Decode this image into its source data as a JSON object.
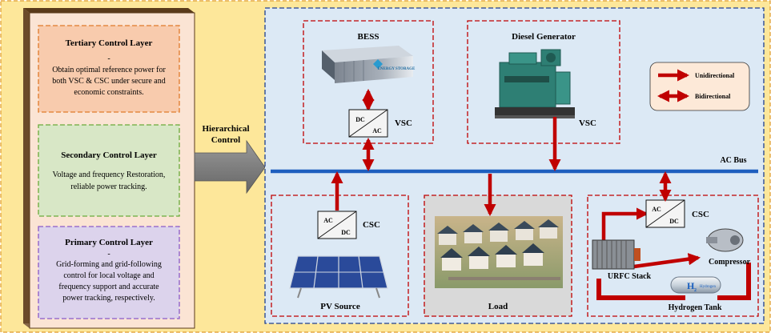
{
  "control_layers": {
    "tertiary": {
      "title": "Tertiary Control Layer",
      "dash": "-",
      "lines": [
        "Obtain optimal reference power for",
        "both VSC & CSC under secure and",
        "economic constraints."
      ]
    },
    "secondary": {
      "title": "Secondary Control Layer",
      "lines": [
        "Voltage and frequency Restoration,",
        "reliable power tracking."
      ]
    },
    "primary": {
      "title": "Primary Control Layer",
      "dash": "-",
      "lines": [
        "Grid-forming  and grid-following",
        "control for local voltage and",
        "frequency support and accurate",
        "power tracking, respectively."
      ]
    }
  },
  "hierarchical_arrow": {
    "line1": "Hierarchical",
    "line2": "Control"
  },
  "bess": {
    "title": "BESS",
    "logo_text": "ENERGY STORAGE",
    "converter": "VSC",
    "conv_top": "DC",
    "conv_bottom": "AC"
  },
  "diesel": {
    "title": "Diesel Generator",
    "converter": "VSC"
  },
  "legend": {
    "unidirectional": "Unidirectional",
    "bidirectional": "Bidirectional"
  },
  "ac_bus": {
    "label": "AC Bus"
  },
  "pv": {
    "title": "PV Source",
    "converter": "CSC",
    "conv_top": "AC",
    "conv_bottom": "DC"
  },
  "load": {
    "title": "Load"
  },
  "hydrogen": {
    "converter": "CSC",
    "conv_top": "AC",
    "conv_bottom": "DC",
    "urfc": "URFC Stack",
    "compressor": "Compressor",
    "tank": "Hydrogen Tank",
    "tank_symbol": "H",
    "tank_subscript": "2",
    "tank_word": "Hydrogen"
  },
  "colors": {
    "outer_bg": "#fde79a",
    "left_panel": "#fbe4d4",
    "system_bg": "#dce9f5",
    "tertiary_fill": "#f8cbad",
    "secondary_fill": "#d8e7c6",
    "primary_fill": "#dcd3ec",
    "tertiary_border": "#e07a2a",
    "secondary_border": "#6aaa3a",
    "primary_border": "#8a5ac8",
    "red": "#c00000",
    "bus_blue": "#1f5fbf"
  }
}
